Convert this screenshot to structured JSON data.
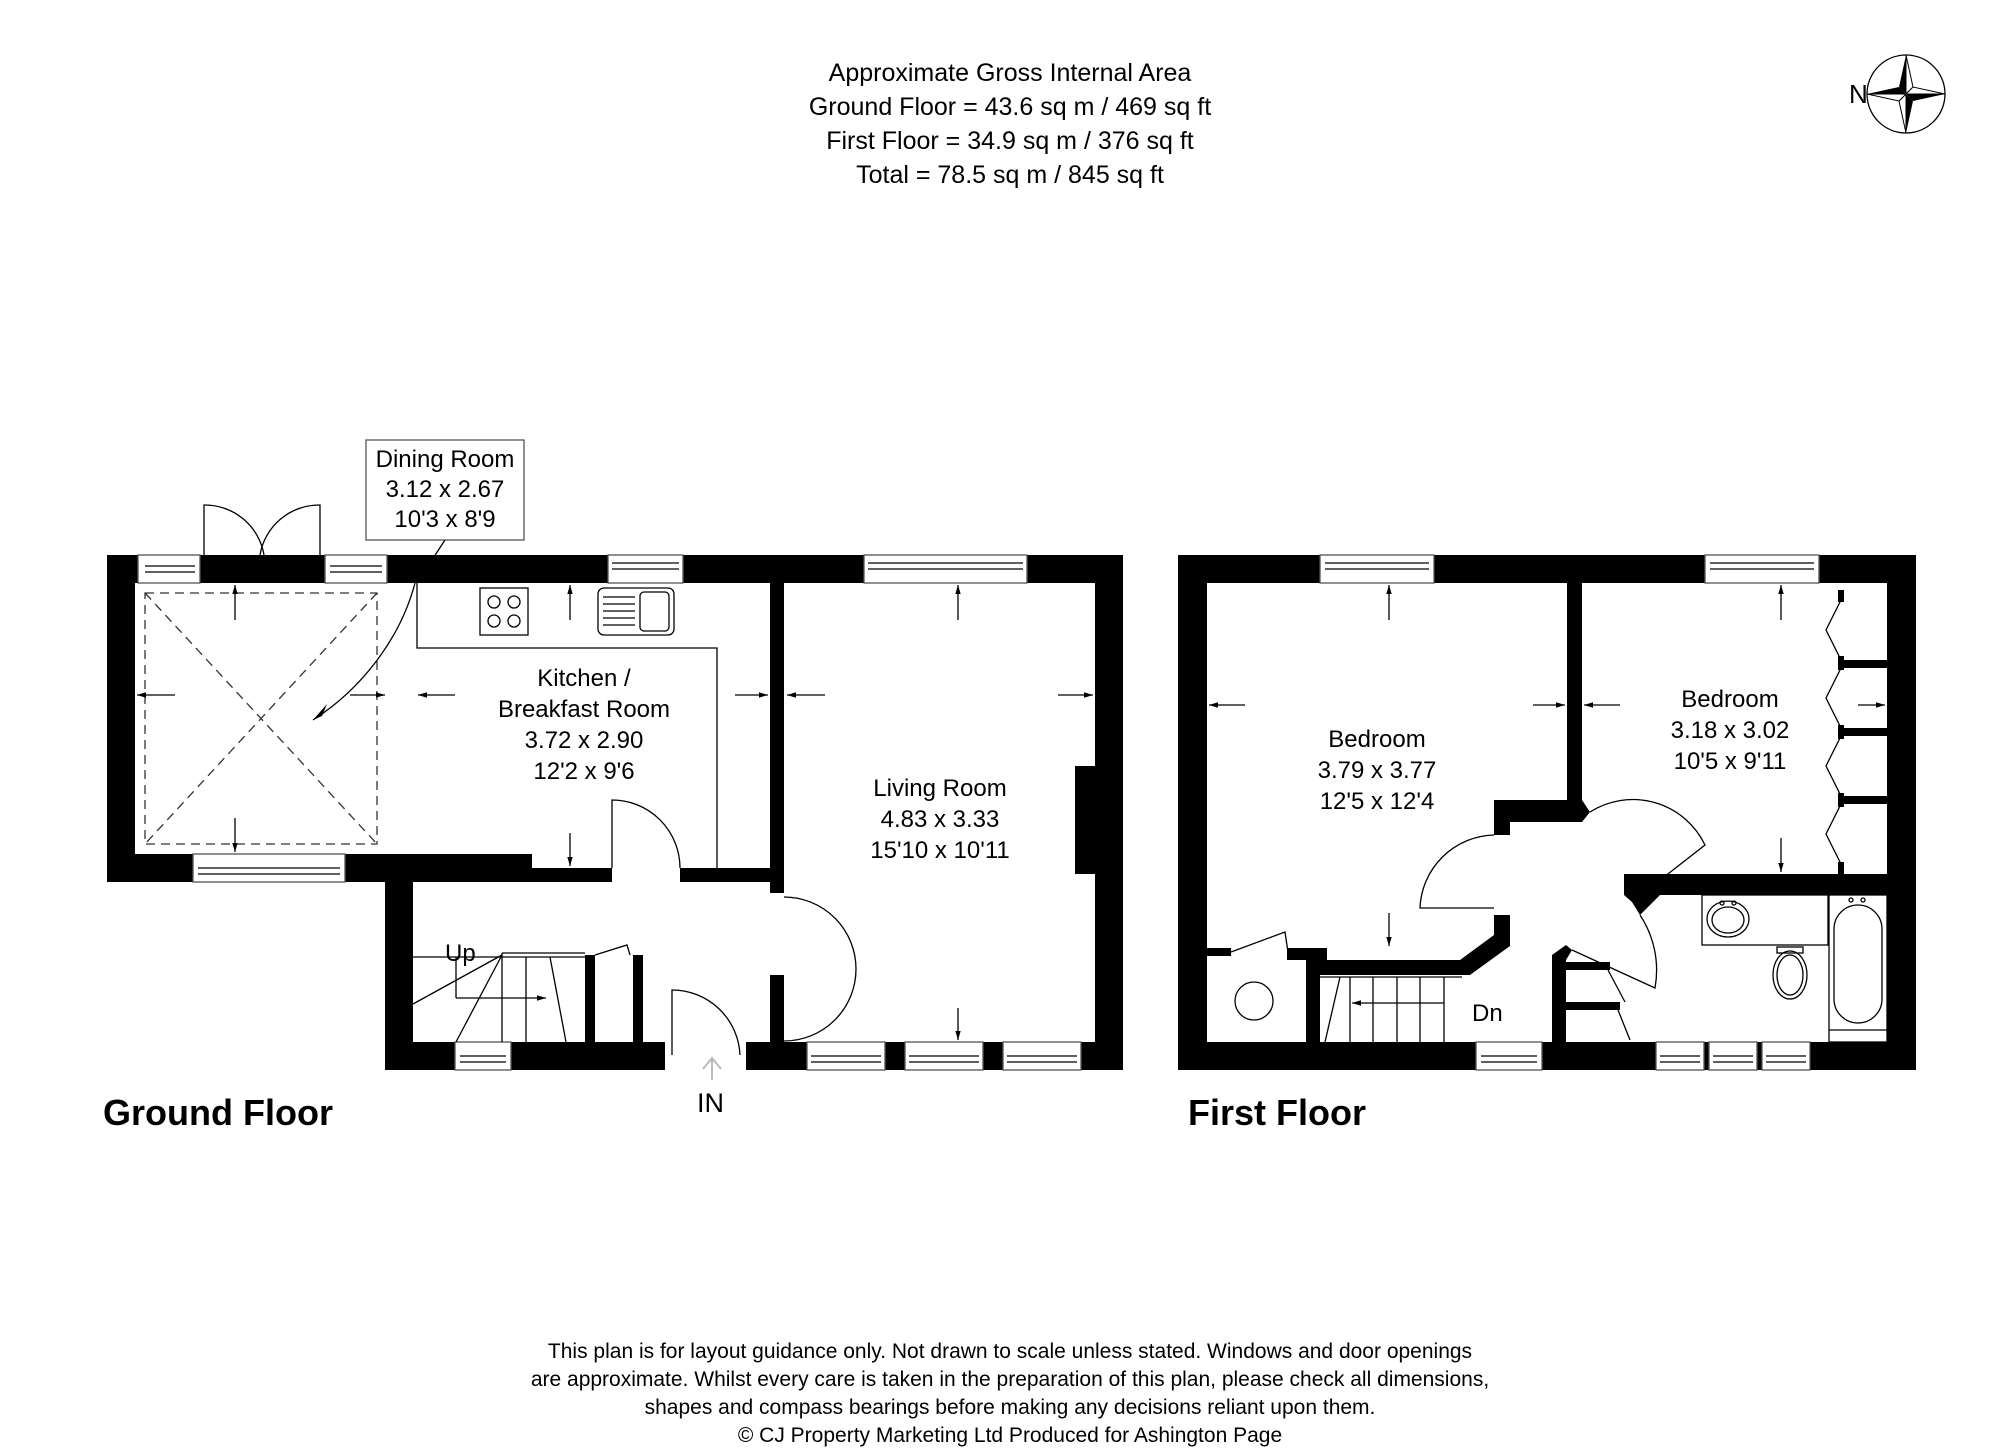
{
  "header": {
    "title": "Approximate Gross Internal Area",
    "ground_floor_area": "Ground Floor = 43.6 sq m / 469 sq ft",
    "first_floor_area": "First Floor = 34.9 sq m / 376 sq ft",
    "total_area": "Total = 78.5 sq m / 845 sq ft"
  },
  "compass": {
    "label": "N",
    "icon": "compass-rose-icon"
  },
  "ground_floor": {
    "title": "Ground Floor",
    "entrance_label": "IN",
    "stairs_label": "Up",
    "rooms": [
      {
        "name": "Dining Room",
        "metric": "3.12 x 2.67",
        "imperial": "10'3 x 8'9"
      },
      {
        "name_line1": "Kitchen /",
        "name_line2": "Breakfast Room",
        "metric": "3.72 x 2.90",
        "imperial": "12'2 x 9'6"
      },
      {
        "name": "Living Room",
        "metric": "4.83 x 3.33",
        "imperial": "15'10 x 10'11"
      }
    ]
  },
  "first_floor": {
    "title": "First Floor",
    "stairs_label": "Dn",
    "rooms": [
      {
        "name": "Bedroom",
        "metric": "3.79 x 3.77",
        "imperial": "12'5 x 12'4"
      },
      {
        "name": "Bedroom",
        "metric": "3.18 x 3.02",
        "imperial": "10'5 x 9'11"
      }
    ]
  },
  "footer": {
    "line1": "This plan is for layout guidance only. Not drawn to scale unless stated. Windows and door openings",
    "line2": "are approximate. Whilst every care is taken in the preparation of this plan, please check all dimensions,",
    "line3": "shapes and compass bearings before making any decisions reliant upon them.",
    "line4": "© CJ Property Marketing Ltd Produced for Ashington Page"
  }
}
